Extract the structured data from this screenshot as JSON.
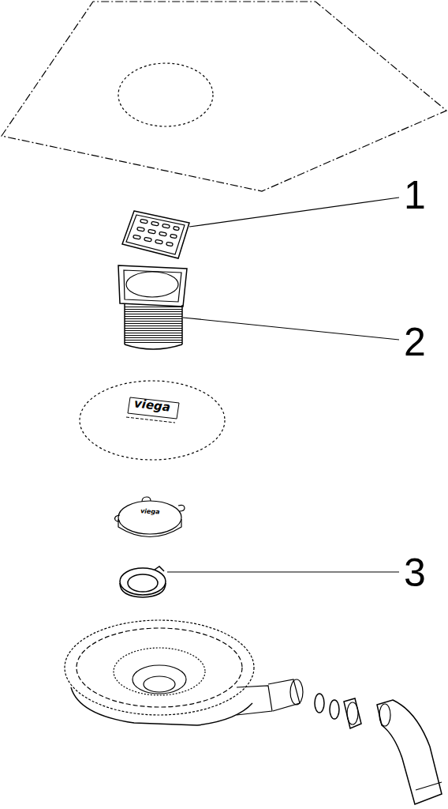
{
  "diagram": {
    "labels": [
      "1",
      "2",
      "3",
      "viega",
      "viega"
    ]
  }
}
